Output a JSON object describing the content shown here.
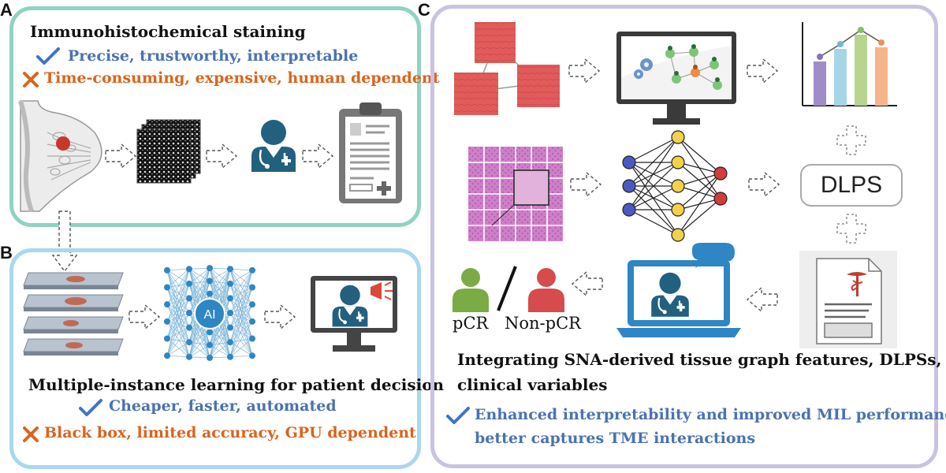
{
  "panels": {
    "a": {
      "letter": "A",
      "title": "Immunohistochemical staining",
      "pro": "Precise, trustworthy, interpretable",
      "con": "Time-consuming, expensive, human dependent"
    },
    "b": {
      "letter": "B",
      "title": "Multiple-instance learning for patient decision",
      "pro": "Cheaper, faster, automated",
      "con": "Black box, limited accuracy, GPU dependent",
      "network_label": "AI"
    },
    "c": {
      "letter": "C",
      "dlps_label": "DLPS",
      "outcome_pcr": "pCR",
      "outcome_non_pcr": "Non-pCR",
      "summary_line1": "Integrating SNA-derived tissue graph features, DLPSs, and",
      "summary_line2": "clinical variables",
      "benefit_line1": "Enhanced interpretability and improved MIL performance,",
      "benefit_line2": "better captures TME interactions"
    }
  },
  "colors": {
    "panel_a_border": "#8fd3c3",
    "panel_b_border": "#a9d8ef",
    "panel_c_border": "#c9c2e2",
    "pro_text": "#4a72b0",
    "con_text": "#d9641e",
    "doctor_blue": "#23607f"
  },
  "icons": [
    "check-icon",
    "cross-icon",
    "breast-icon",
    "tissue-stack-icon",
    "doctor-icon",
    "clipboard-icon",
    "slides-icon",
    "neural-network-icon",
    "monitor-doctor-icon",
    "tissue-graph-icon",
    "monitor-network-icon",
    "bar-chart-icon",
    "patch-grid-icon",
    "mlp-icon",
    "laptop-doctor-icon",
    "clinical-report-icon",
    "person-green-icon",
    "person-red-icon",
    "arrow-icon",
    "plus-icon"
  ]
}
